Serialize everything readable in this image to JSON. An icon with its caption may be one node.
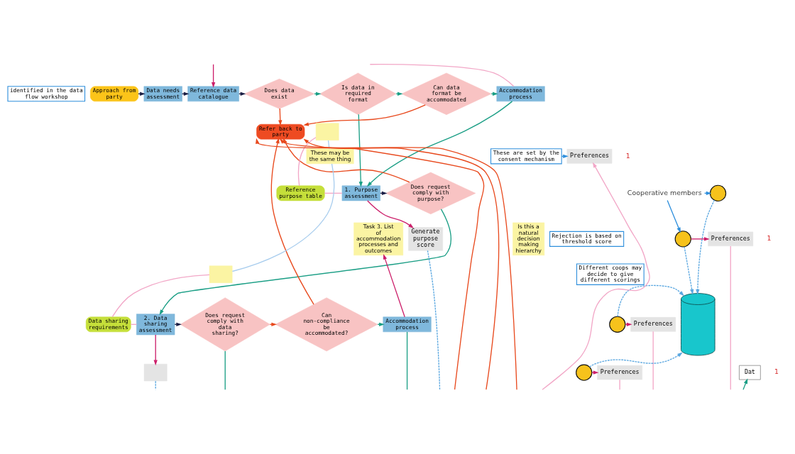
{
  "diagram": {
    "nodes": [
      {
        "text": [
          "identified in the data flow workshop"
        ]
      },
      {
        "text": [
          "Approach from party"
        ]
      },
      {
        "text": [
          "Data needs assessment"
        ]
      },
      {
        "text": [
          "Reference data catalogue"
        ]
      },
      {
        "text": [
          "Does data exist"
        ]
      },
      {
        "text": [
          "Is data in required format"
        ]
      },
      {
        "text": [
          "Can data format be accommodated"
        ]
      },
      {
        "text": [
          "Accommodation process"
        ]
      },
      {
        "text": [
          "Refer back to party"
        ]
      },
      {
        "text": [
          "Reference purpose table"
        ]
      },
      {
        "text": [
          "1. Purpose assessment"
        ]
      },
      {
        "text": [
          "Does request comply with purpose?"
        ]
      },
      {
        "text": [
          "Generate purpose score"
        ]
      },
      {
        "text": [
          "Is this a natural decision making hierarchy"
        ]
      },
      {
        "text": [
          "Data sharing requirements"
        ]
      },
      {
        "text": [
          "2. Data sharing assessment"
        ]
      },
      {
        "text": [
          "Does request comply with data sharing?"
        ]
      },
      {
        "text": [
          "Can non-compliance be accommodated?"
        ]
      },
      {
        "text": [
          "Accommodation process"
        ]
      },
      {
        "text": [
          "Rejection is based on threshold score"
        ]
      },
      {
        "text": [
          "Task 3. List of accommodation processes and outcomes"
        ]
      },
      {
        "text": [],
        "shape": "box"
      },
      {
        "text": [
          "Different coops may decide to give different scorings"
        ]
      },
      {
        "text": [],
        "shape": "box"
      },
      {
        "text": [
          "These may be the same thing"
        ]
      },
      {
        "text": [],
        "shape": "box"
      },
      {
        "text": [
          "These are set by the consent mechanism"
        ]
      },
      {
        "text": [
          "Cooperative members"
        ]
      },
      {
        "text": [
          "Preferences"
        ]
      },
      {
        "text": [],
        "shape": "circle"
      },
      {
        "text": [
          "Preferences"
        ]
      },
      {
        "text": [],
        "shape": "circle"
      },
      {
        "text": [],
        "shape": "cylinder"
      },
      {
        "text": [
          "Preferences"
        ]
      },
      {
        "text": [],
        "shape": "circle"
      },
      {
        "text": [
          "Preferences"
        ]
      },
      {
        "text": [],
        "shape": "circle"
      },
      {
        "text": [
          "Dat"
        ]
      }
    ],
    "edges": [
      {
        "from": 1,
        "to": 2,
        "arrow": "to",
        "color": "#1b1f45"
      },
      {
        "from": 2,
        "to": 3,
        "arrow": "to",
        "color": "#1b1f45"
      },
      {
        "from": 3,
        "to": 4,
        "arrow": "to",
        "color": "#1b1f45"
      },
      {
        "from": 4,
        "to": 5,
        "arrow": "to",
        "color": "#1a9e85"
      },
      {
        "from": 5,
        "to": 6,
        "arrow": "to",
        "color": "#1a9e85"
      },
      {
        "from": 6,
        "to": 7,
        "arrow": "to",
        "color": "#1a9e85"
      },
      {
        "from": null,
        "to": 3,
        "arrow": "to",
        "color": "#cc1f6a"
      },
      {
        "from": 7,
        "to": null,
        "arrow": "none",
        "color": "#f2a7c7"
      },
      {
        "from": 4,
        "to": 8,
        "arrow": "to",
        "color": "#e8491d"
      },
      {
        "from": 6,
        "to": 8,
        "arrow": "to",
        "color": "#e8491d"
      },
      {
        "from": 11,
        "to": 8,
        "arrow": "to",
        "color": "#e8491d"
      },
      {
        "from": 17,
        "to": 8,
        "arrow": "to",
        "color": "#e8491d"
      },
      {
        "from": null,
        "to": 8,
        "arrow": "to",
        "color": "#e8491d"
      },
      {
        "from": null,
        "to": 8,
        "arrow": "to",
        "color": "#e8491d"
      },
      {
        "from": null,
        "to": 8,
        "arrow": "to",
        "color": "#e8491d"
      },
      {
        "from": 5,
        "to": 10,
        "arrow": "to",
        "color": "#1a9e85"
      },
      {
        "from": 7,
        "to": 10,
        "arrow": "to",
        "color": "#1a9e85"
      },
      {
        "from": 9,
        "to": 10,
        "arrow": "none",
        "color": "#f2a7c7"
      },
      {
        "from": 10,
        "to": 11,
        "arrow": "to",
        "color": "#1b1f45"
      },
      {
        "from": 10,
        "to": 12,
        "arrow": "to",
        "color": "#cc1f6a"
      },
      {
        "from": 12,
        "to": null,
        "arrow": "none",
        "style": "dashed",
        "color": "#5aa7e0"
      },
      {
        "from": 11,
        "to": 15,
        "arrow": "to",
        "color": "#1a9e85"
      },
      {
        "from": 14,
        "to": 15,
        "arrow": "none",
        "color": "#f2a7c7"
      },
      {
        "from": 15,
        "to": 16,
        "arrow": "to",
        "color": "#1b1f45"
      },
      {
        "from": 16,
        "to": 17,
        "arrow": "to",
        "color": "#e8491d"
      },
      {
        "from": 17,
        "to": 18,
        "arrow": "to",
        "color": "#1a9e85"
      },
      {
        "from": 18,
        "to": 20,
        "arrow": "to",
        "color": "#cc1f6a"
      },
      {
        "from": 18,
        "to": null,
        "arrow": "none",
        "color": "#1a9e85"
      },
      {
        "from": 15,
        "to": 21,
        "arrow": "to",
        "color": "#cc1f6a"
      },
      {
        "from": 21,
        "to": null,
        "arrow": "none",
        "style": "dashed",
        "color": "#5aa7e0"
      },
      {
        "from": 16,
        "to": null,
        "arrow": "none",
        "color": "#1a9e85"
      },
      {
        "from": 23,
        "to": 9,
        "arrow": "none",
        "color": "#f2a7c7"
      },
      {
        "from": 25,
        "to": 14,
        "arrow": "none",
        "color": "#f2a7c7"
      },
      {
        "from": 23,
        "to": 24,
        "arrow": "none",
        "color": "#a8cdee"
      },
      {
        "from": 24,
        "to": 25,
        "arrow": "none",
        "color": "#a8cdee"
      },
      {
        "from": 26,
        "to": 28,
        "arrow": "to",
        "color": "#2f8fdc"
      },
      {
        "from": 27,
        "to": 29,
        "arrow": "to",
        "color": "#2f8fdc"
      },
      {
        "from": 27,
        "to": 31,
        "arrow": "to",
        "color": "#2f8fdc"
      },
      {
        "from": 31,
        "to": 30,
        "arrow": "to",
        "color": "#cc1f6a"
      },
      {
        "from": 34,
        "to": 33,
        "arrow": "to",
        "color": "#cc1f6a"
      },
      {
        "from": 36,
        "to": 35,
        "arrow": "to",
        "color": "#cc1f6a"
      },
      {
        "from": null,
        "to": 28,
        "arrow": "to",
        "color": "#f2a7c7"
      },
      {
        "from": 30,
        "to": null,
        "arrow": "none",
        "color": "#f2a7c7"
      },
      {
        "from": 33,
        "to": null,
        "arrow": "none",
        "color": "#f2a7c7"
      },
      {
        "from": 35,
        "to": null,
        "arrow": "none",
        "color": "#f2a7c7"
      },
      {
        "from": 29,
        "to": 32,
        "arrow": "to",
        "style": "dashed",
        "color": "#5aa7e0"
      },
      {
        "from": 31,
        "to": 32,
        "arrow": "to",
        "style": "dashed",
        "color": "#5aa7e0"
      },
      {
        "from": 34,
        "to": 32,
        "arrow": "to",
        "style": "dashed",
        "color": "#5aa7e0"
      },
      {
        "from": 36,
        "to": 32,
        "arrow": "to",
        "style": "dashed",
        "color": "#5aa7e0"
      },
      {
        "from": null,
        "to": 37,
        "arrow": "to",
        "color": "#1a9e85"
      }
    ],
    "labels": [
      "1",
      "1",
      "1"
    ]
  }
}
